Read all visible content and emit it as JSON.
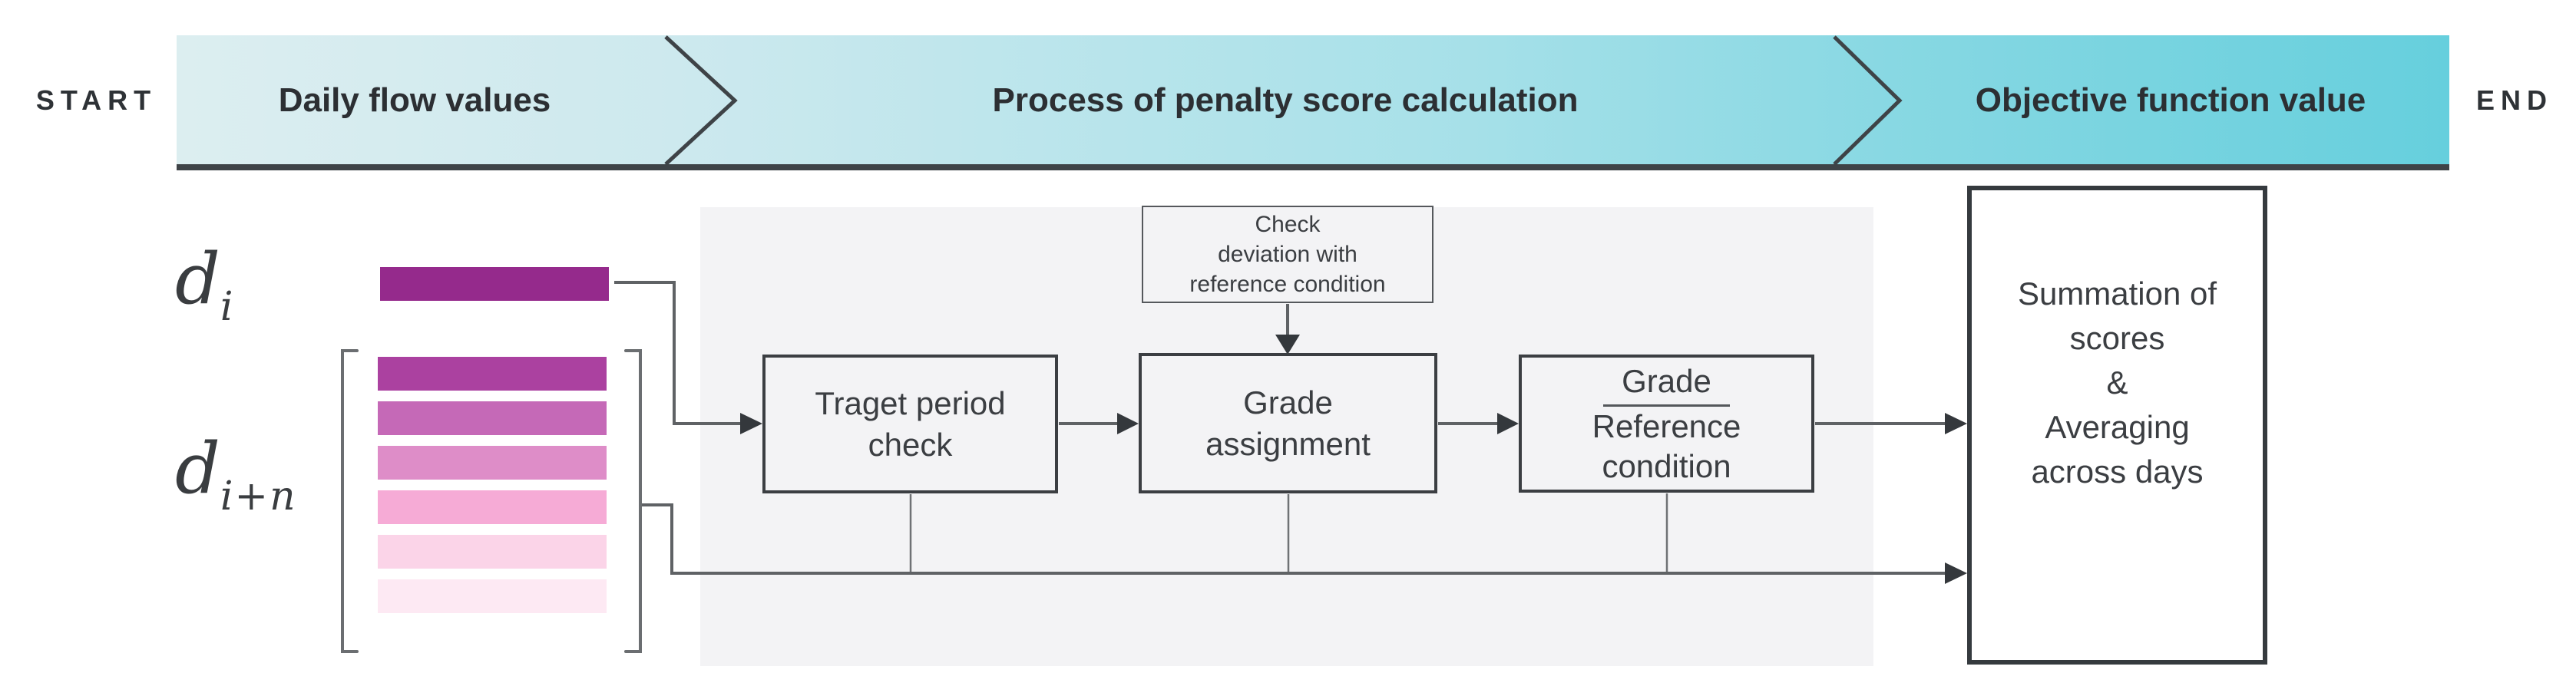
{
  "banner": {
    "start_label": "START",
    "end_label": "END",
    "segments": [
      {
        "label": "Daily flow values"
      },
      {
        "label": "Process of penalty score calculation"
      },
      {
        "label": "Objective function value"
      }
    ],
    "gradient_left_color": "#dceef0",
    "gradient_right_color": "#66cfdd",
    "underline_color": "#3e4347"
  },
  "inputs": {
    "d_i": {
      "base": "d",
      "sub": "i"
    },
    "d_i_plus_n": {
      "base": "d",
      "sub": "i+n"
    },
    "d_i_bar_color": "#952a8c",
    "bar_colors": [
      "#ab41a0",
      "#c569b7",
      "#de8dc8",
      "#f6abd6",
      "#fbd4e8",
      "#fde9f3"
    ]
  },
  "process": {
    "panel_color": "#f3f3f5",
    "check_box": {
      "lines": [
        "Check",
        "deviation with",
        "reference condition"
      ]
    },
    "target_box": {
      "lines": [
        "Traget period",
        "check"
      ]
    },
    "grade_box": {
      "lines": [
        "Grade",
        "assignment"
      ]
    },
    "ratio_box": {
      "numerator": "Grade",
      "denominator_lines": [
        "Reference",
        "condition"
      ]
    }
  },
  "output": {
    "box_lines": [
      "Summation of",
      "scores",
      "&",
      "Averaging",
      "across days"
    ]
  }
}
